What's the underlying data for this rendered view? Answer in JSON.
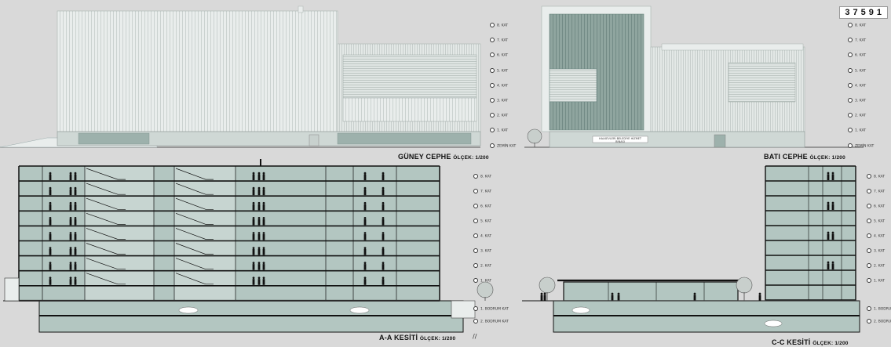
{
  "project_code": "37591",
  "titles": {
    "guney_label": "GÜNEY CEPHE",
    "guney_scale": "ÖLÇEK: 1/200",
    "bati_label": "BATI CEPHE",
    "bati_scale": "ÖLÇEK: 1/200",
    "aa_label": "A-A KESİTİ",
    "aa_scale": "ÖLÇEK: 1/200",
    "cc_label": "C-C KESİTİ",
    "cc_scale": "ÖLÇEK: 1/200"
  },
  "elevation_levels": [
    "8. KAT",
    "7. KAT",
    "6. KAT",
    "5. KAT",
    "4. KAT",
    "3. KAT",
    "2. KAT",
    "1. KAT",
    "ZEMİN KAT"
  ],
  "section_levels": [
    "8. KAT",
    "7. KAT",
    "6. KAT",
    "5. KAT",
    "4. KAT",
    "3. KAT",
    "2. KAT",
    "1. KAT",
    "1. BODRUM KAT",
    "2. BODRUM KAT"
  ],
  "bati_sign": "HALKEVLERİ BELEDİYE HİZMET BİNASI",
  "colors": {
    "background": "#d9d9d9",
    "facade_fill": "#e7ebea",
    "facade_line": "#b9c2bf",
    "glass": "#8fa7a1",
    "glass_dark": "#6f8a84",
    "section_fill": "#b3c6c1",
    "slab": "#111111",
    "ground": "#3a3a3a"
  }
}
